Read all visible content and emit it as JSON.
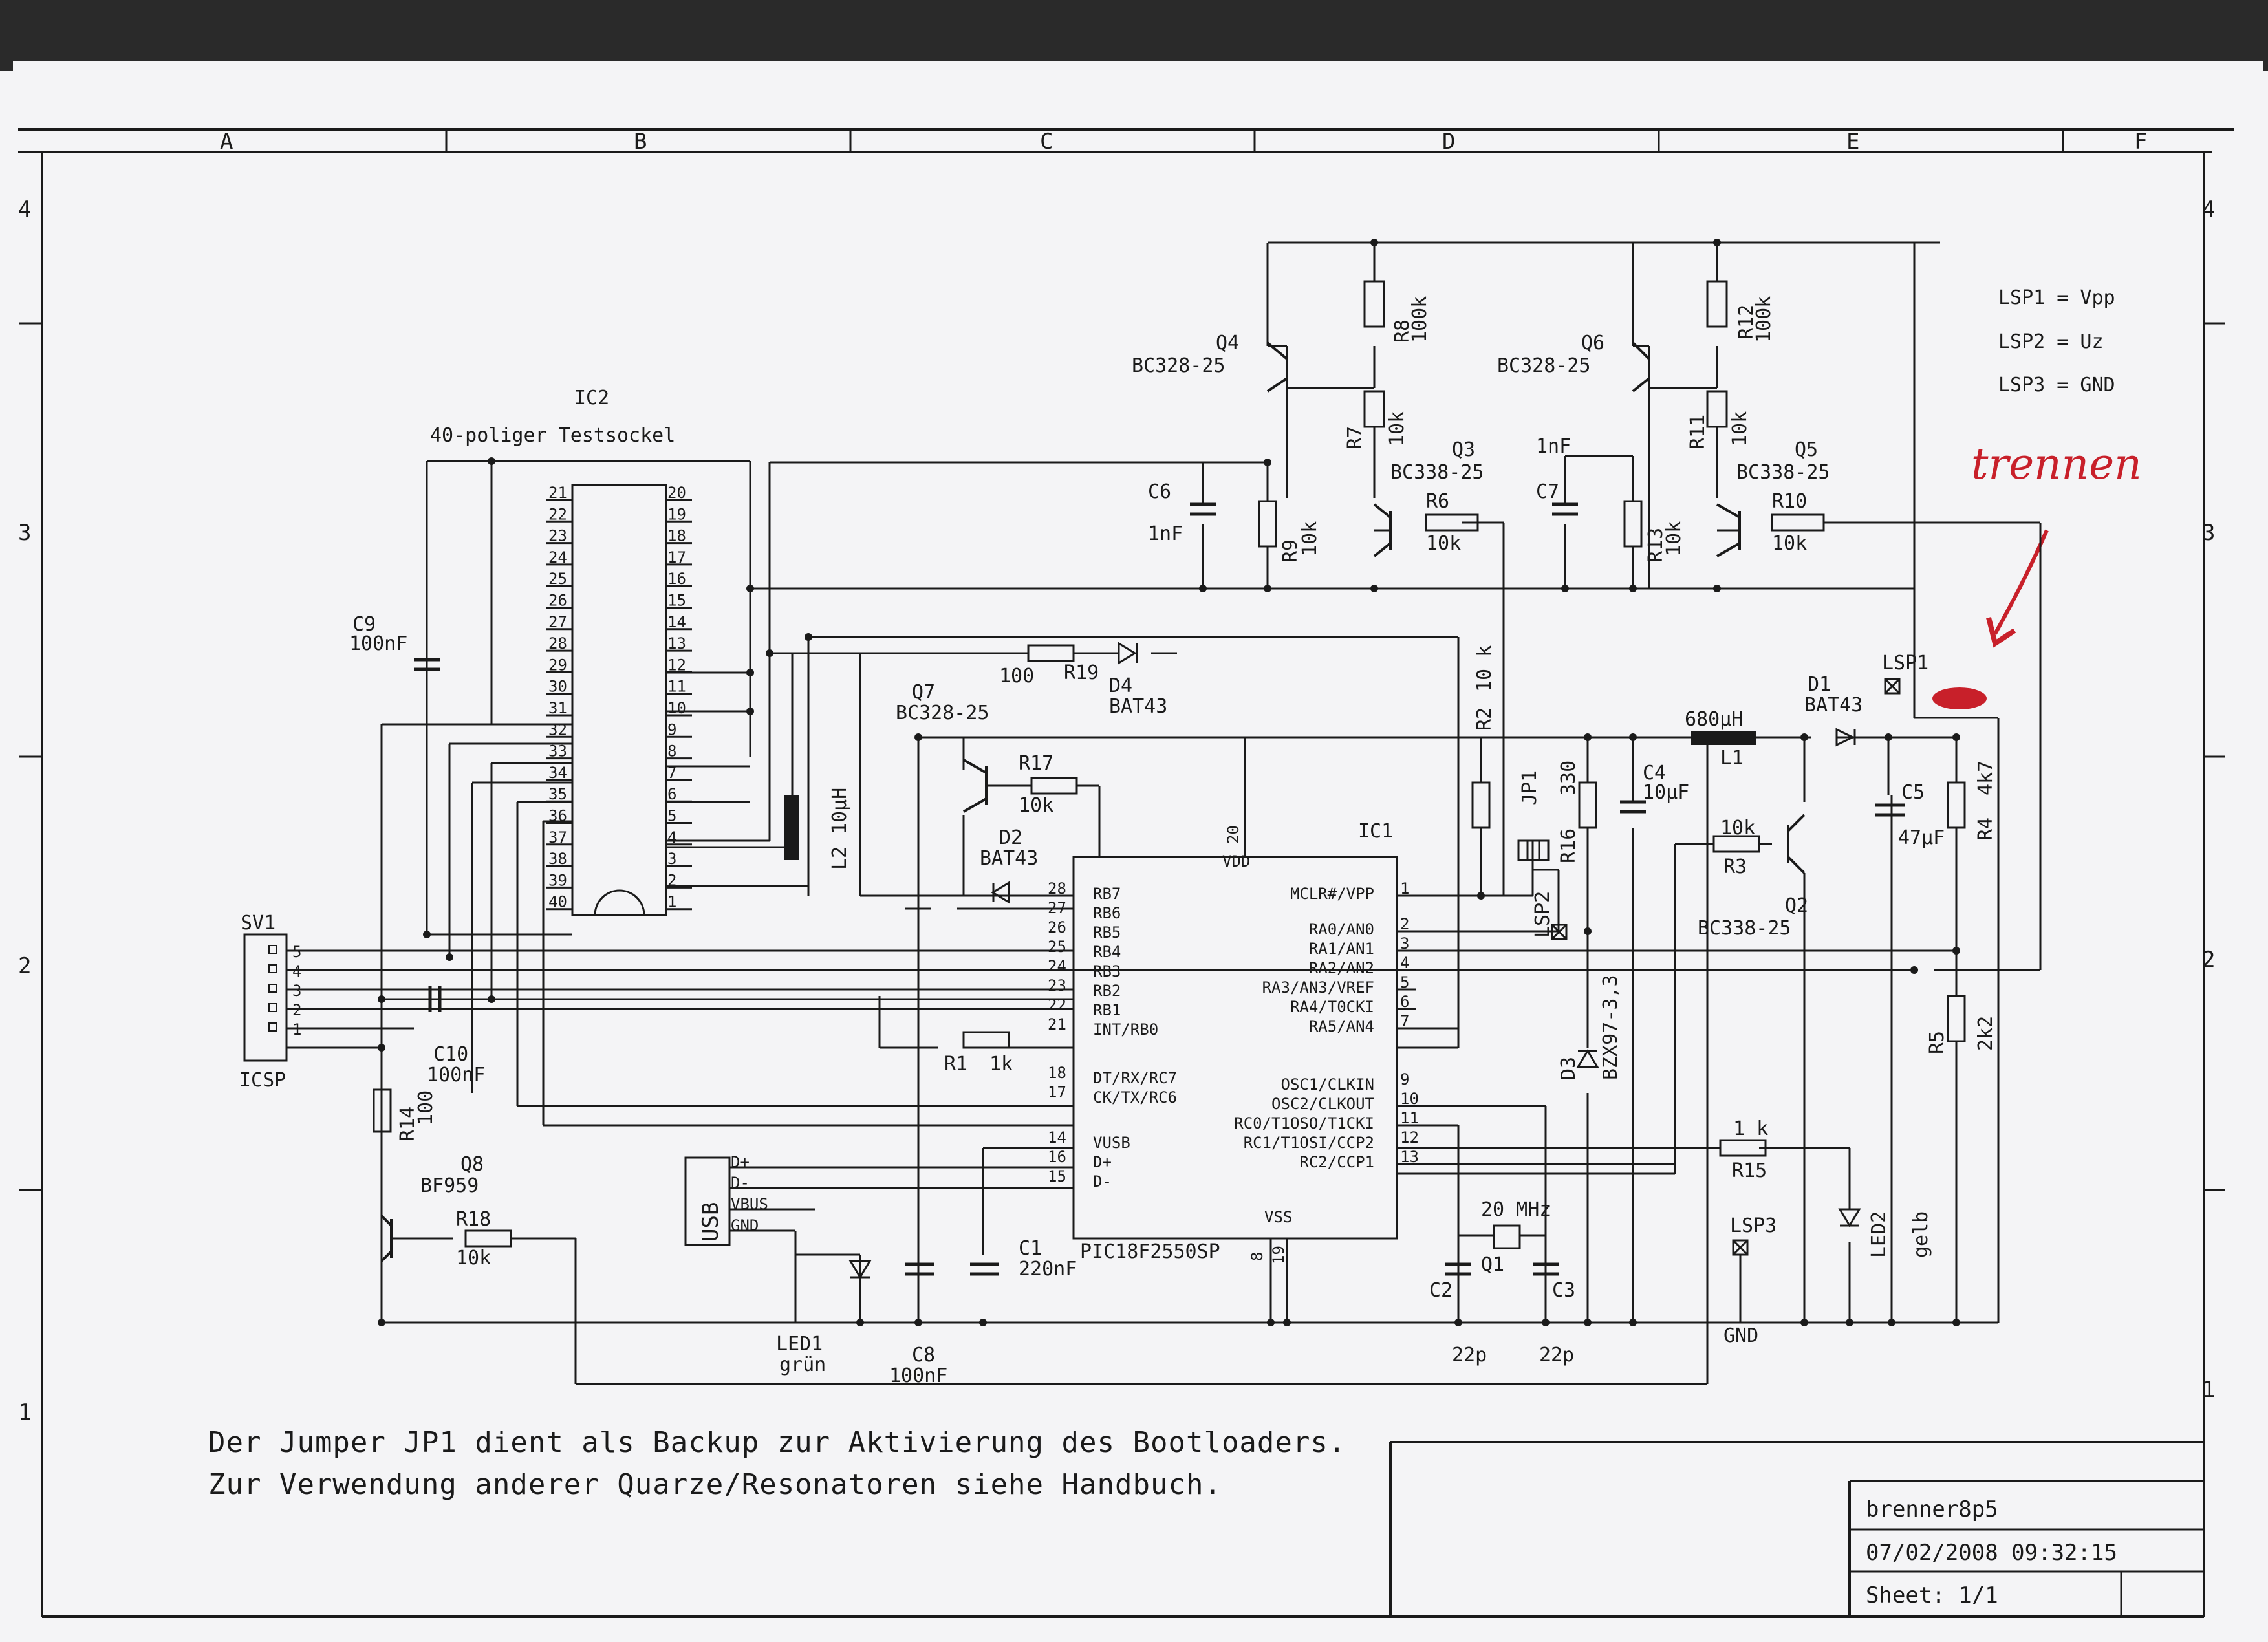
{
  "frame": {
    "columns": [
      "A",
      "B",
      "C",
      "D",
      "E",
      "F"
    ],
    "rows_left": [
      "4",
      "3",
      "2",
      "1"
    ],
    "rows_right": [
      "4",
      "3",
      "2",
      "1"
    ]
  },
  "legend": [
    "LSP1 = Vpp",
    "LSP2 = Uz",
    "LSP3 = GND"
  ],
  "handwriting": {
    "text": "trennen",
    "color": "#c8202a"
  },
  "ic2": {
    "ref": "IC2",
    "desc": "40-poliger Testsockel",
    "left_pins": [
      "21",
      "22",
      "23",
      "24",
      "25",
      "26",
      "27",
      "28",
      "29",
      "30",
      "31",
      "32",
      "33",
      "34",
      "35",
      "36",
      "37",
      "38",
      "39",
      "40"
    ],
    "right_pins": [
      "20",
      "19",
      "18",
      "17",
      "16",
      "15",
      "14",
      "13",
      "12",
      "11",
      "10",
      "9",
      "8",
      "7",
      "6",
      "5",
      "4",
      "3",
      "2",
      "1"
    ]
  },
  "ic1": {
    "ref": "IC1",
    "part": "PIC18F2550SP",
    "vdd_label": "VDD",
    "vdd_pin": "20",
    "vss_label": "VSS",
    "vss_pins": [
      "8",
      "19"
    ],
    "left": [
      {
        "pin": "28",
        "name": "RB7"
      },
      {
        "pin": "27",
        "name": "RB6"
      },
      {
        "pin": "26",
        "name": "RB5"
      },
      {
        "pin": "25",
        "name": "RB4"
      },
      {
        "pin": "24",
        "name": "RB3"
      },
      {
        "pin": "23",
        "name": "RB2"
      },
      {
        "pin": "22",
        "name": "RB1"
      },
      {
        "pin": "21",
        "name": "INT/RB0"
      },
      {
        "pin": "18",
        "name": "DT/RX/RC7"
      },
      {
        "pin": "17",
        "name": "CK/TX/RC6"
      },
      {
        "pin": "14",
        "name": "VUSB"
      },
      {
        "pin": "16",
        "name": "D+"
      },
      {
        "pin": "15",
        "name": "D-"
      }
    ],
    "right": [
      {
        "pin": "1",
        "name": "MCLR#/VPP"
      },
      {
        "pin": "2",
        "name": "RA0/AN0"
      },
      {
        "pin": "3",
        "name": "RA1/AN1"
      },
      {
        "pin": "4",
        "name": "RA2/AN2"
      },
      {
        "pin": "5",
        "name": "RA3/AN3/VREF"
      },
      {
        "pin": "6",
        "name": "RA4/T0CKI"
      },
      {
        "pin": "7",
        "name": "RA5/AN4"
      },
      {
        "pin": "9",
        "name": "OSC1/CLKIN"
      },
      {
        "pin": "10",
        "name": "OSC2/CLKOUT"
      },
      {
        "pin": "11",
        "name": "RC0/T1OSO/T1CKI"
      },
      {
        "pin": "12",
        "name": "RC1/T1OSI/CCP2"
      },
      {
        "pin": "13",
        "name": "RC2/CCP1"
      }
    ]
  },
  "sv1": {
    "ref": "SV1",
    "name": "ICSP",
    "pins": [
      "5",
      "4",
      "3",
      "2",
      "1"
    ]
  },
  "usb": {
    "name": "USB",
    "pins": [
      "D+",
      "D-",
      "VBUS",
      "GND"
    ]
  },
  "parts": {
    "q4": [
      "Q4",
      "BC328-25"
    ],
    "q6": [
      "Q6",
      "BC328-25"
    ],
    "q3": [
      "Q3",
      "BC338-25"
    ],
    "q5": [
      "Q5",
      "BC338-25"
    ],
    "q7": [
      "Q7",
      "BC328-25"
    ],
    "q2": [
      "Q2",
      "BC338-25"
    ],
    "q8": [
      "Q8",
      "BF959"
    ],
    "r8": [
      "R8",
      "100k"
    ],
    "r7": [
      "R7",
      "10k"
    ],
    "r9": [
      "R9",
      "10k"
    ],
    "r6": [
      "R6",
      "10k"
    ],
    "r12": [
      "R12",
      "100k"
    ],
    "r11": [
      "R11",
      "10k"
    ],
    "r13": [
      "R13",
      "10k"
    ],
    "r10": [
      "R10",
      "10k"
    ],
    "r19": [
      "R19",
      "100"
    ],
    "r17": [
      "R17",
      "10k"
    ],
    "r2": [
      "R2",
      "10 k"
    ],
    "r16": [
      "R16",
      "330"
    ],
    "r3": [
      "R3",
      "10k"
    ],
    "r4": [
      "R4",
      "4k7"
    ],
    "r5": [
      "R5",
      "2k2"
    ],
    "r1": [
      "R1",
      "1k"
    ],
    "r15": [
      "R15",
      "1 k"
    ],
    "r14": [
      "R14",
      "100"
    ],
    "r18": [
      "R18",
      "10k"
    ],
    "c6": [
      "C6",
      "1nF"
    ],
    "c7": [
      "C7",
      "1nF"
    ],
    "c9": [
      "C9",
      "100nF"
    ],
    "c10": [
      "C10",
      "100nF"
    ],
    "c4": [
      "C4",
      "10µF"
    ],
    "c5": [
      "C5",
      "47µF"
    ],
    "c1": [
      "C1",
      "220nF"
    ],
    "c8": [
      "C8",
      "100nF"
    ],
    "c2": [
      "C2",
      "22p"
    ],
    "c3": [
      "C3",
      "22p"
    ],
    "l1": [
      "L1",
      "680µH"
    ],
    "l2": [
      "L2",
      "10µH"
    ],
    "d1": [
      "D1",
      "BAT43"
    ],
    "d2": [
      "D2",
      "BAT43"
    ],
    "d4": [
      "D4",
      "BAT43"
    ],
    "d3": [
      "D3",
      "BZX97-3,3"
    ],
    "q1": [
      "Q1",
      "20 MHz"
    ],
    "jp1": "JP1",
    "lsp1": "LSP1",
    "lsp2": "LSP2",
    "lsp3": "LSP3",
    "gnd": "GND",
    "led1": [
      "LED1",
      "grün"
    ],
    "led2": [
      "LED2",
      "gelb"
    ]
  },
  "notes": [
    "Der Jumper JP1 dient als Backup zur Aktivierung des Bootloaders.",
    "Zur Verwendung anderer Quarze/Resonatoren siehe Handbuch."
  ],
  "title_block": {
    "name": "brenner8p5",
    "datetime": "07/02/2008 09:32:15",
    "sheet": "Sheet: 1/1"
  }
}
